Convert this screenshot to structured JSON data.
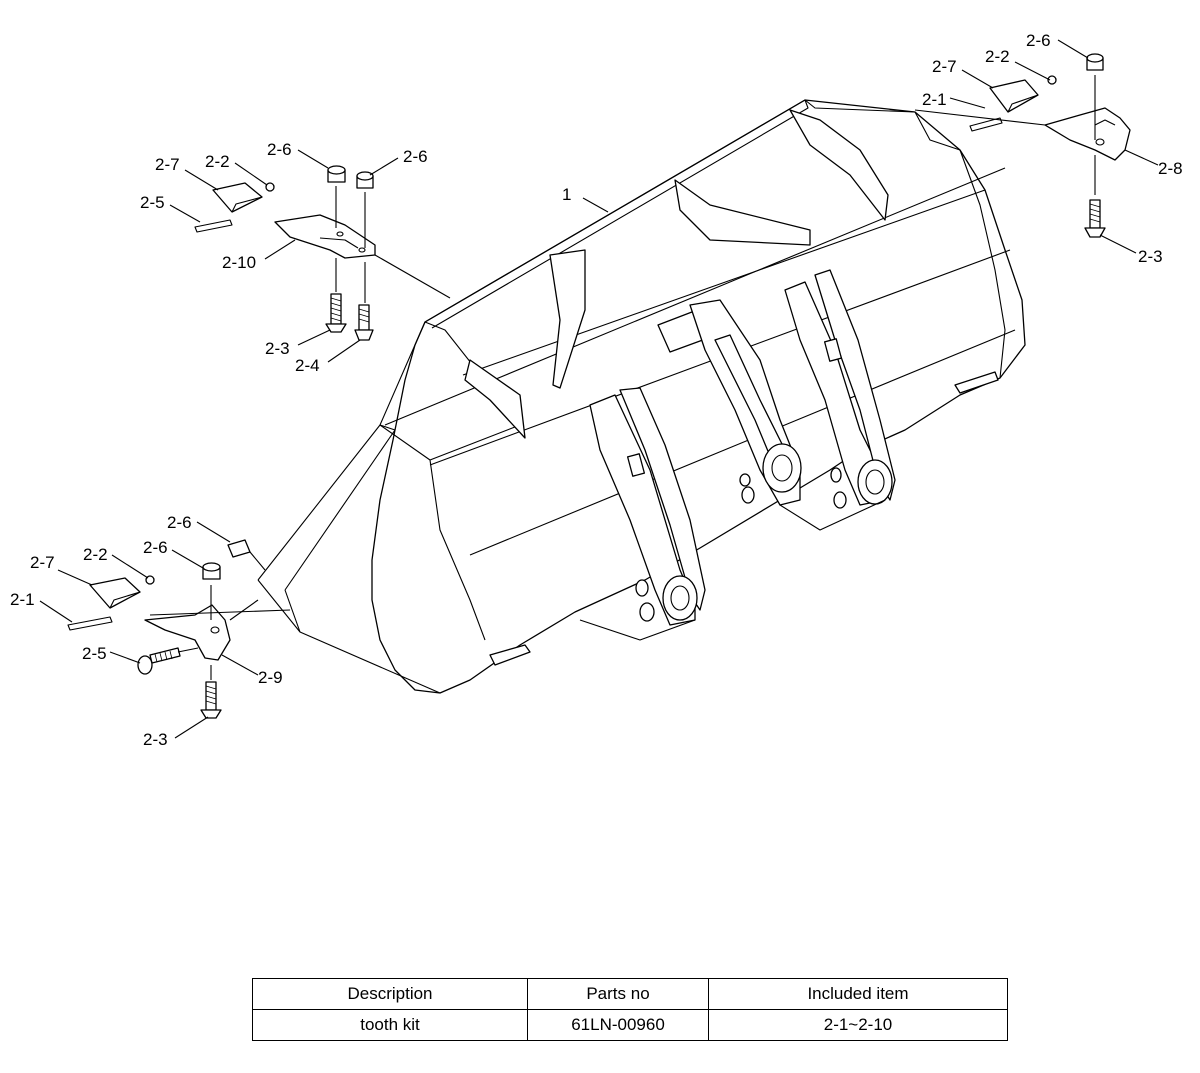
{
  "callouts": {
    "bucket": "1",
    "pin": "2-1",
    "lock_washer": "2-2",
    "bolt_2_3": "2-3",
    "bolt_2_4": "2-4",
    "bolt_2_5": "2-5",
    "nut": "2-6",
    "tooth": "2-7",
    "adapter_right": "2-8",
    "adapter_left": "2-9",
    "adapter_center": "2-10"
  },
  "table": {
    "headers": [
      "Description",
      "Parts no",
      "Included item"
    ],
    "rows": [
      [
        "tooth kit",
        "61LN-00960",
        "2-1~2-10"
      ]
    ]
  }
}
